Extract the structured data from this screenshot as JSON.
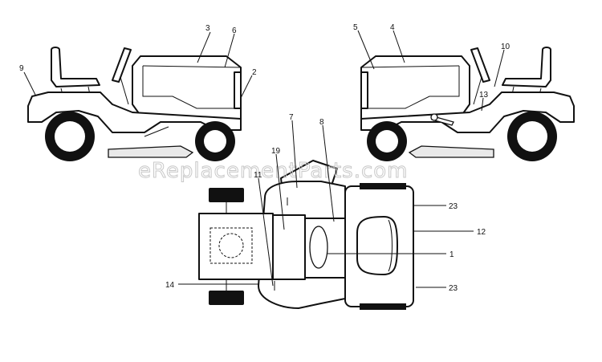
{
  "watermark": "eReplacementParts.com",
  "callouts": {
    "c1": "1",
    "c2": "2",
    "c3": "3",
    "c4": "4",
    "c5": "5",
    "c6": "6",
    "c7": "7",
    "c8": "8",
    "c9": "9",
    "c10": "10",
    "c11": "11",
    "c12": "12",
    "c13": "13",
    "c14": "14",
    "c19": "19",
    "c23a": "23",
    "c23b": "23"
  }
}
